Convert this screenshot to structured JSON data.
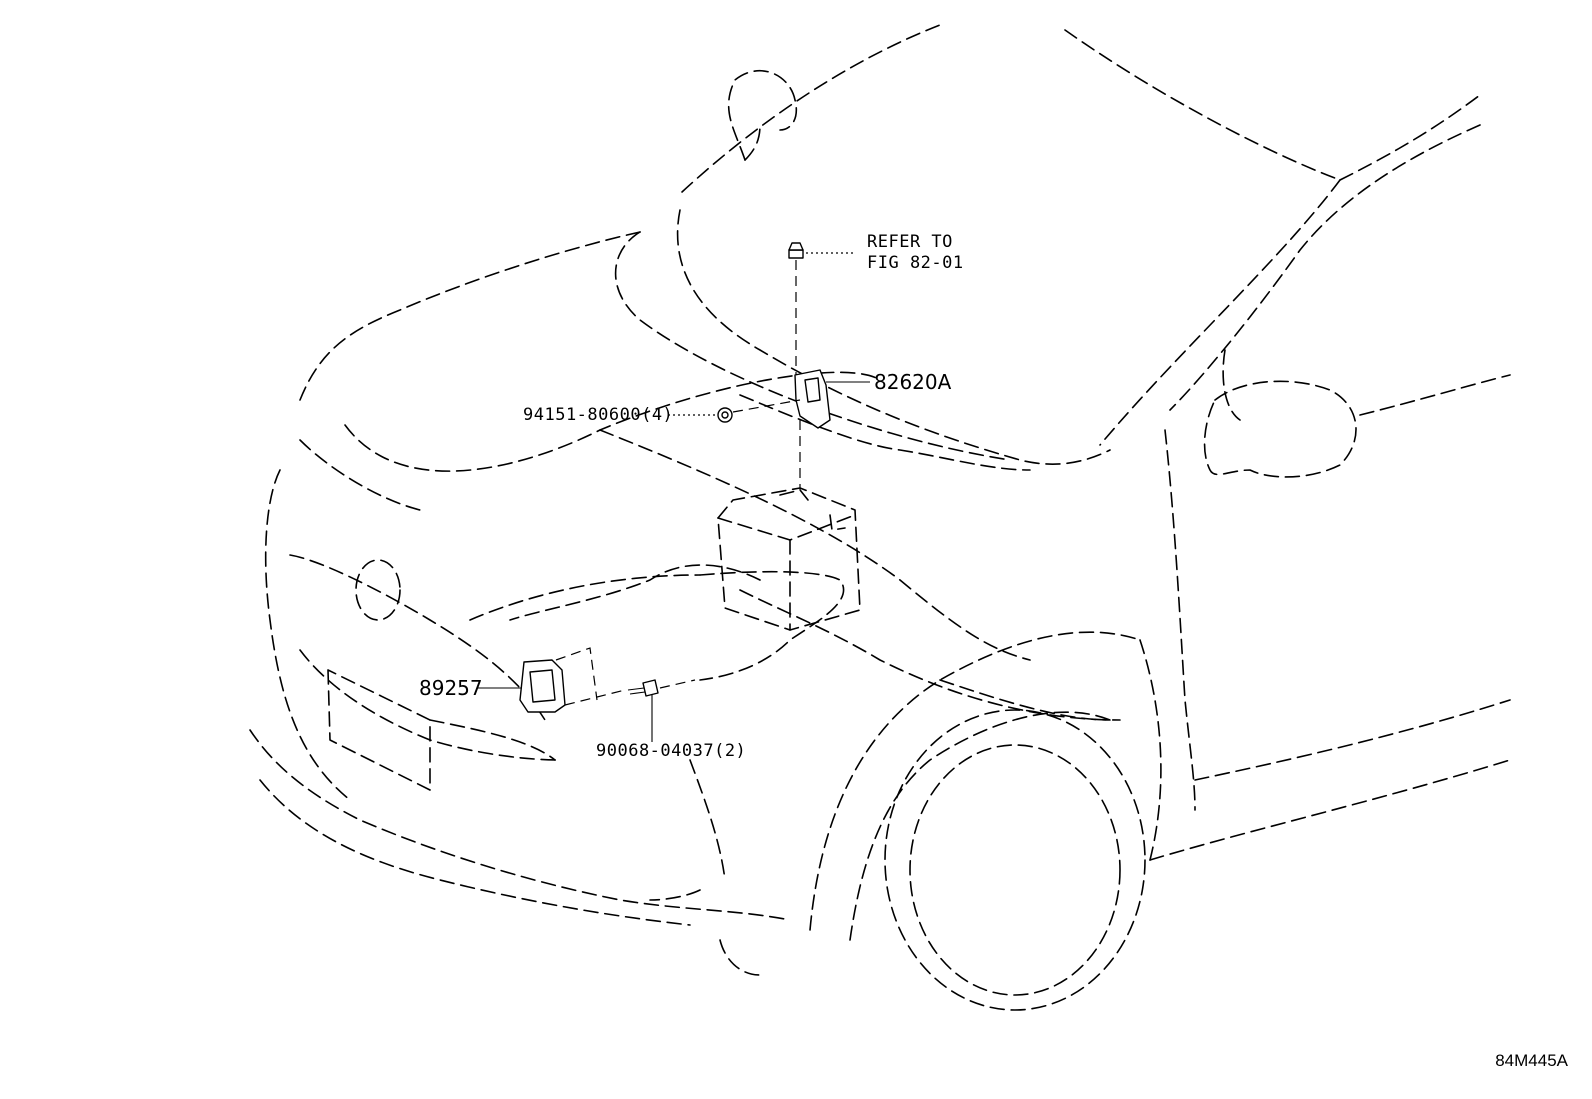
{
  "labels": {
    "refer_line1": "REFER TO",
    "refer_line2": "FIG 82-01",
    "p82620a": "82620A",
    "p94151": "94151-80600(4)",
    "p89257": "89257",
    "p90068": "90068-04037(2)"
  },
  "diagram_code": "84M445A"
}
